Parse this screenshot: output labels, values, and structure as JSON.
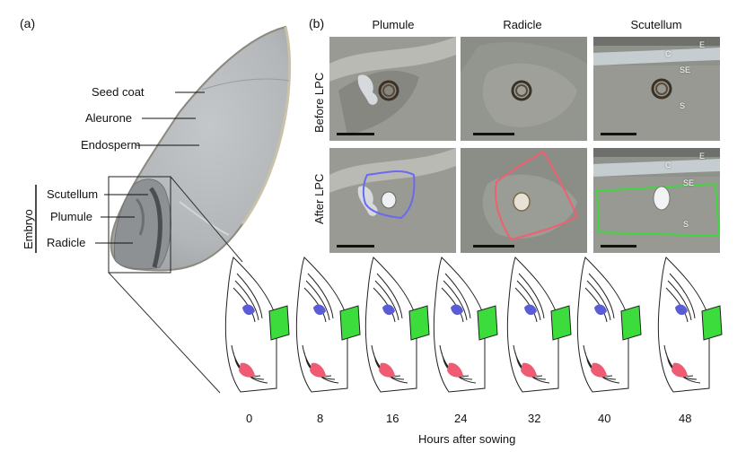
{
  "panel_a": {
    "label": "(a)",
    "structures": {
      "seed_coat": "Seed coat",
      "aleurone": "Aleurone",
      "endosperm": "Endosperm",
      "scutellum": "Scutellum",
      "plumule": "Plumule",
      "radicle": "Radicle"
    },
    "group_label": "Embryo"
  },
  "panel_b": {
    "label": "(b)",
    "columns": [
      "Plumule",
      "Radicle",
      "Scutellum"
    ],
    "rows": [
      "Before LPC",
      "After LPC"
    ],
    "scutellum_layer_labels": {
      "e": "E",
      "c": "C",
      "se": "SE",
      "s": "S"
    },
    "outline_colors": {
      "plumule": "#6a6af0",
      "radicle": "#f06070",
      "scutellum": "#3fd83f"
    }
  },
  "timecourse": {
    "hours": [
      "0",
      "8",
      "16",
      "24",
      "32",
      "40",
      "48"
    ],
    "xlabel": "Hours after sowing",
    "region_colors": {
      "plumule": "#5b5bd6",
      "radicle": "#ef5b73",
      "scutellum": "#3ddc3d"
    }
  }
}
